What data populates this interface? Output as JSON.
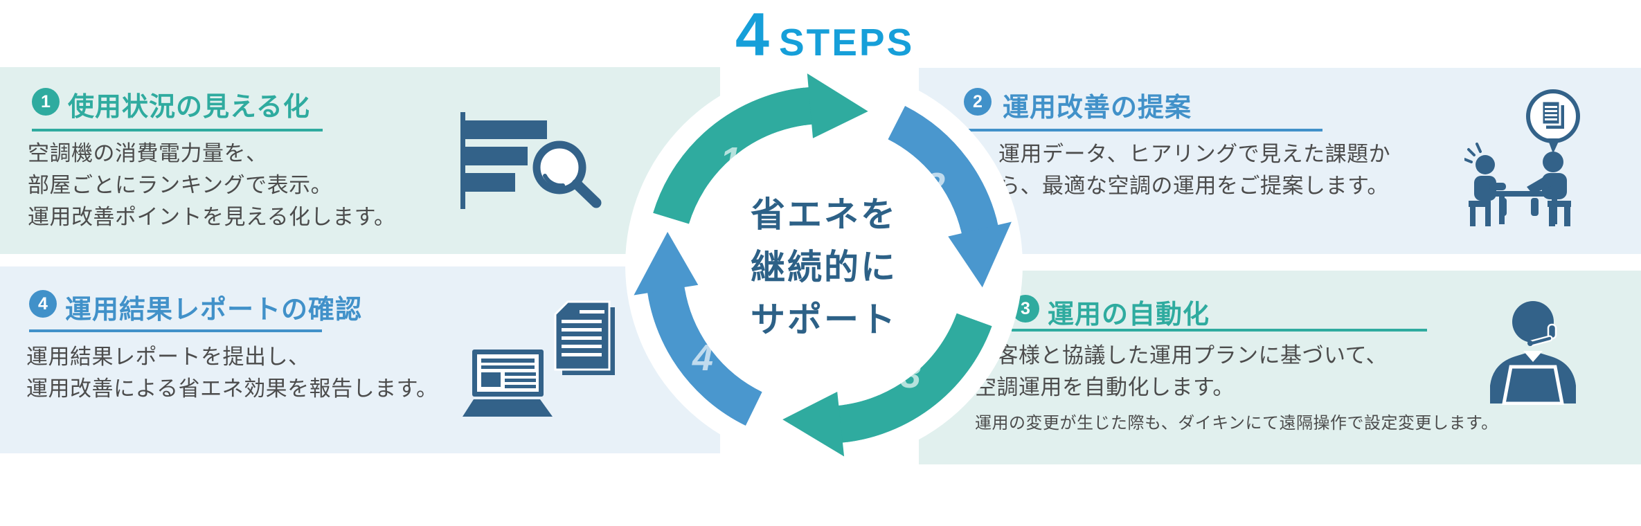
{
  "header": {
    "big_number": "4",
    "label": "STEPS"
  },
  "cycle": {
    "center_lines": [
      "省エネを",
      "継続的に",
      "サポート"
    ],
    "numbers": [
      "1",
      "2",
      "3",
      "4"
    ]
  },
  "steps": [
    {
      "badge": "1",
      "title": "使用状況の見える化",
      "accent": "teal",
      "icon": "bar-chart-magnifier",
      "body": [
        "空調機の消費電力量を、",
        "部屋ごとにランキングで表示。",
        "運用改善ポイントを見える化します。"
      ]
    },
    {
      "badge": "2",
      "title": "運用改善の提案",
      "accent": "blue",
      "icon": "consulting-meeting",
      "body": [
        "運用データ、ヒアリングで見えた課題か",
        "ら、最適な空調の運用をご提案します。"
      ]
    },
    {
      "badge": "3",
      "title": "運用の自動化",
      "accent": "teal",
      "icon": "remote-support-agent",
      "body": [
        "お客様と協議した運用プランに基づいて、",
        "空調運用を自動化します。"
      ],
      "note": "運用の変更が生じた際も、ダイキンにて遠隔操作で設定変更します。"
    },
    {
      "badge": "4",
      "title": "運用結果レポートの確認",
      "accent": "blue",
      "icon": "laptop-report-documents",
      "body": [
        "運用結果レポートを提出し、",
        "運用改善による省エネ効果を報告します。"
      ]
    }
  ],
  "colors": {
    "teal_accent": "#2fab9f",
    "blue_accent": "#4191c9",
    "cycle_blue": "#4a97ce",
    "steps_header_blue": "#169fd9",
    "center_navy": "#2d6187",
    "icon_steel_blue": "#336289",
    "mint_panel_bg": "#e1f0ee",
    "blue_panel_bg": "#e8f1f8",
    "body_text": "#4c4c4c"
  }
}
